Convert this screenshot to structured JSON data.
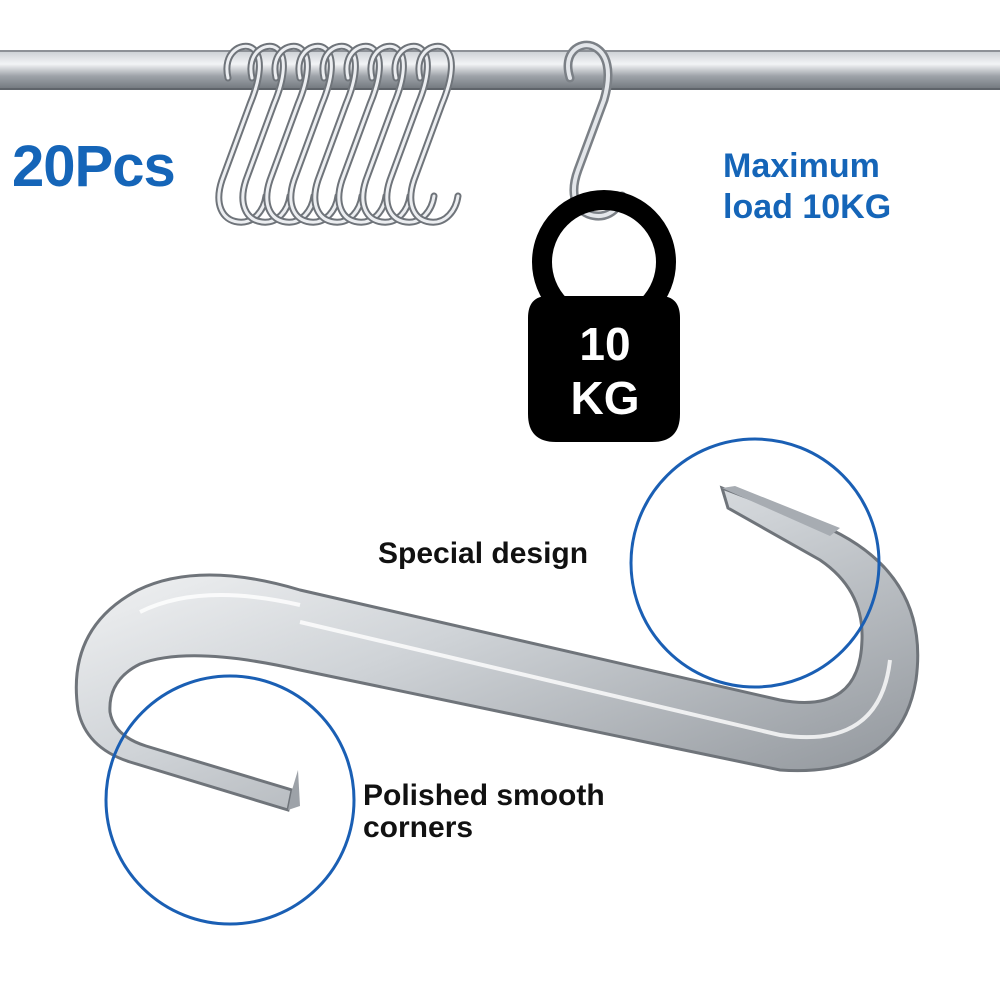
{
  "quantity_label": "20Pcs",
  "max_load": {
    "line1": "Maximum",
    "line2": "load 10KG"
  },
  "weight": {
    "value": "10",
    "unit": "KG"
  },
  "callouts": {
    "special": "Special design",
    "polished_line1": "Polished smooth",
    "polished_line2": "corners"
  },
  "colors": {
    "accent_blue": "#1565b8",
    "callout_circle": "#1a5fb4",
    "weight_fill": "#000000",
    "steel_light": "#eef1f4",
    "steel_dark": "#8a8f95"
  }
}
